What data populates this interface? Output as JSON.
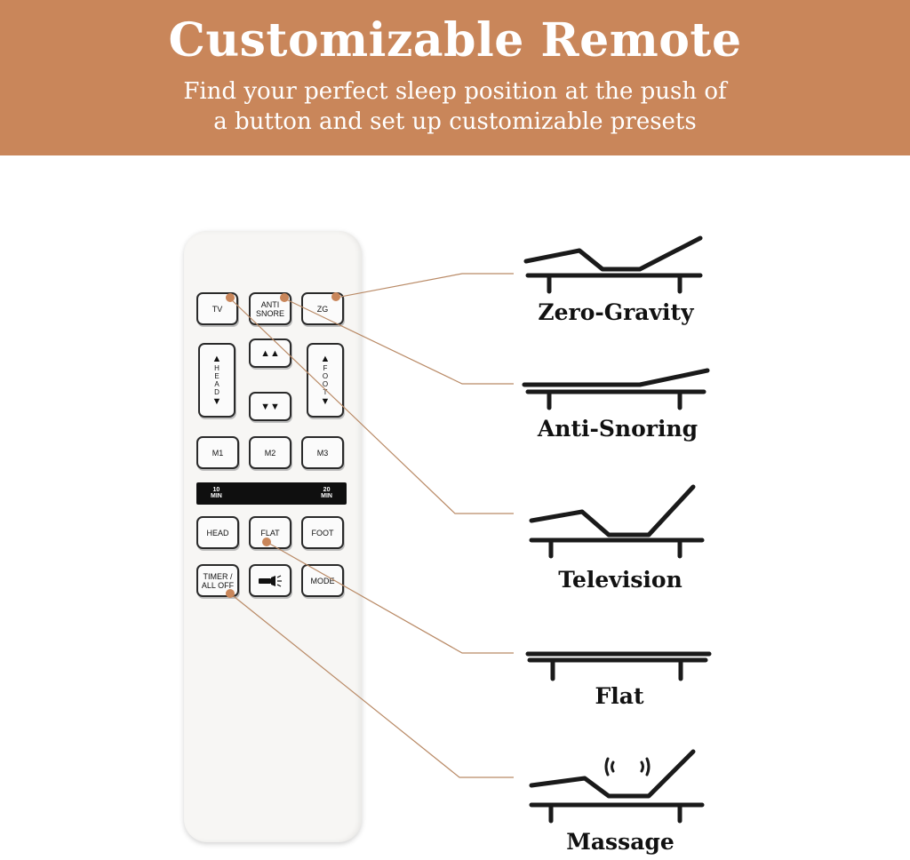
{
  "header": {
    "title": "Customizable Remote",
    "subtitle_line1": "Find your perfect sleep position at the push of",
    "subtitle_line2": "a button and set up customizable presets"
  },
  "remote": {
    "buttons": {
      "tv": "TV",
      "anti_snore": "ANTI\nSNORE",
      "zg": "ZG",
      "head_vertical": "H\nE\nA\nD",
      "foot_vertical": "F\nO\nO\nT",
      "m1": "M1",
      "m2": "M2",
      "m3": "M3",
      "head": "HEAD",
      "flat": "FLAT",
      "foot": "FOOT",
      "timer": "TIMER /\nALL OFF",
      "mode": "MODE"
    },
    "display": {
      "left": "10\nMIN",
      "right": "20\nMIN"
    }
  },
  "positions": [
    {
      "label": "Zero-Gravity"
    },
    {
      "label": "Anti-Snoring"
    },
    {
      "label": "Television"
    },
    {
      "label": "Flat"
    },
    {
      "label": "Massage"
    }
  ],
  "colors": {
    "banner": "#c9865a",
    "accent_dot": "#c9865a",
    "leader_line": "#b98a66"
  }
}
